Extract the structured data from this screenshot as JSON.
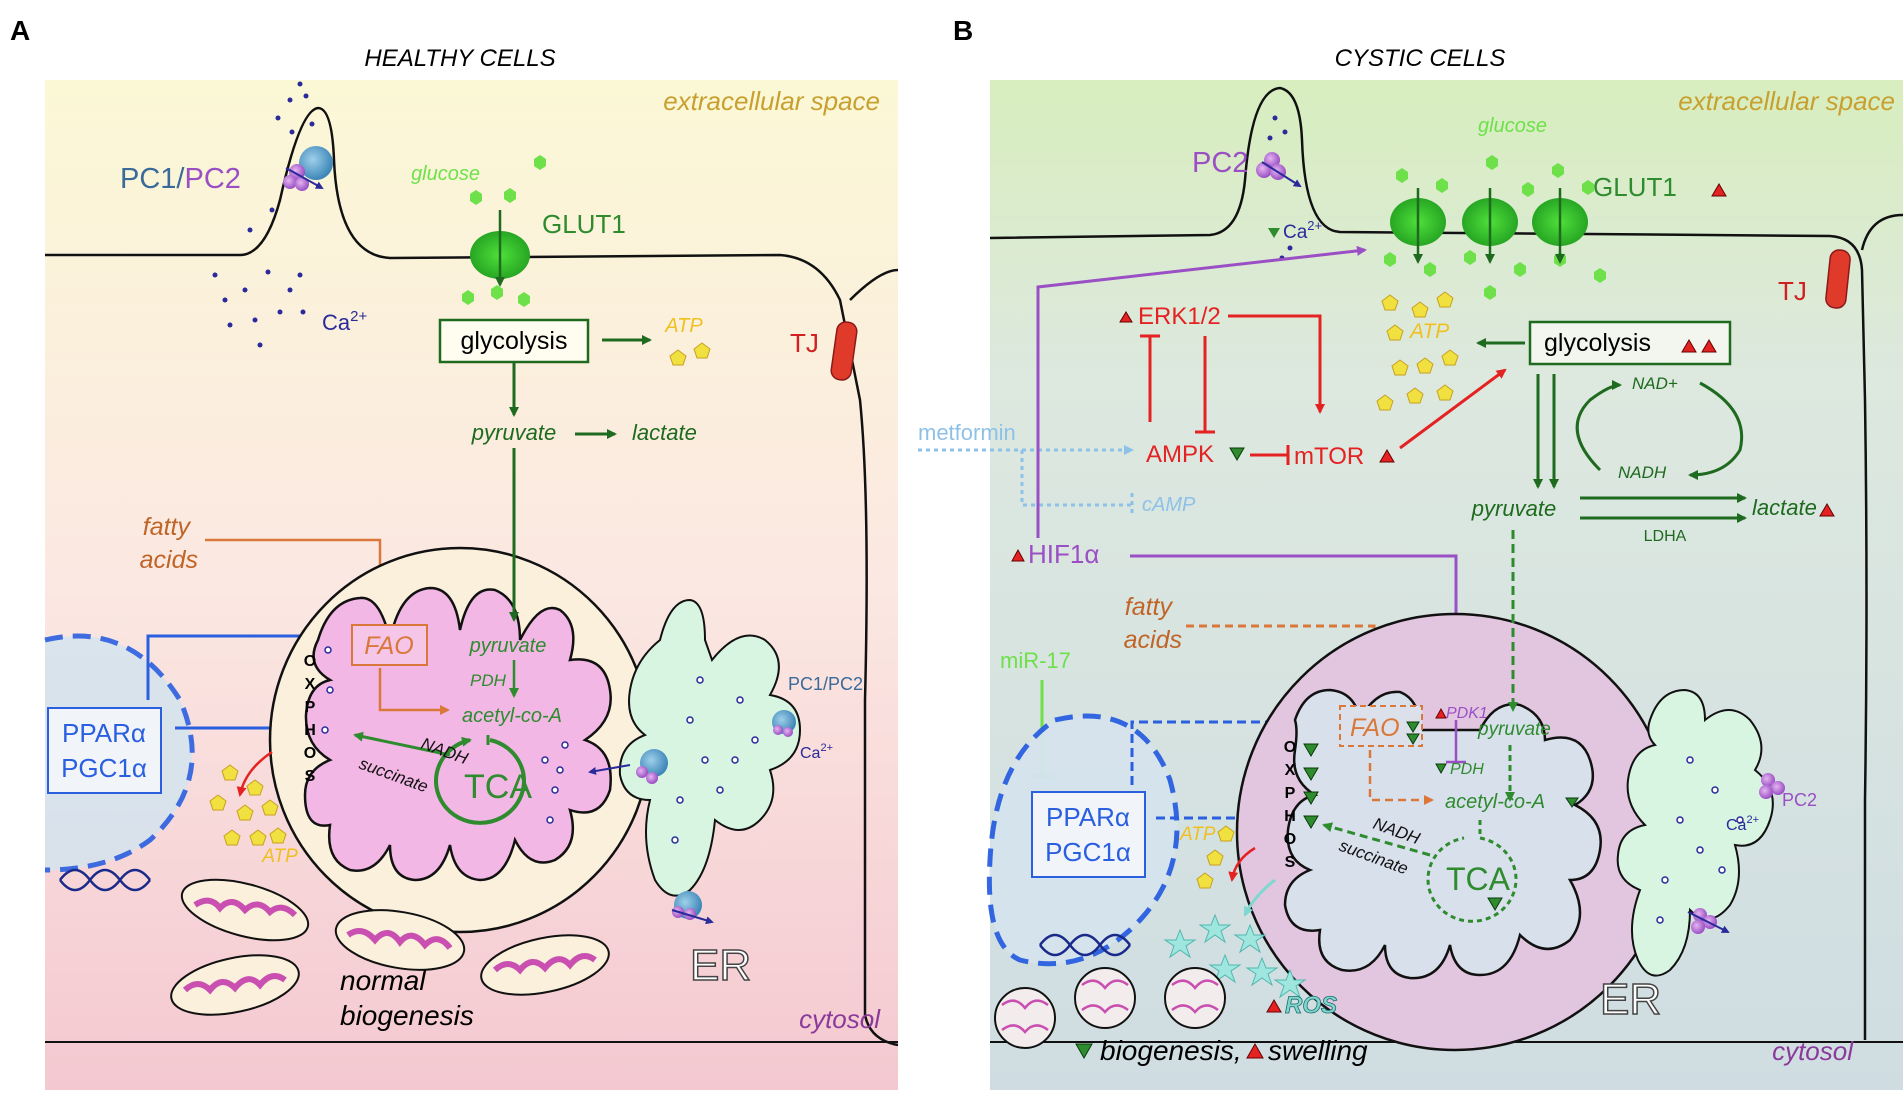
{
  "panel_a": {
    "letter": "A",
    "title": "HEALTHY CELLS",
    "extracellular": "extracellular space",
    "cytosol": "cytosol",
    "pc1": "PC1",
    "slash": "/",
    "pc2": "PC2",
    "ca": "Ca",
    "ca_sup": "2+",
    "glucose": "glucose",
    "glut1": "GLUT1",
    "glycolysis": "glycolysis",
    "atp_top": "ATP",
    "pyruvate": "pyruvate",
    "lactate": "lactate",
    "tj": "TJ",
    "fatty": "fatty",
    "acids": "acids",
    "fao": "FAO",
    "mito_pyruvate": "pyruvate",
    "pdh": "PDH",
    "acetyl": "acetyl-co-A",
    "oxphos_letters": [
      "O",
      "X",
      "P",
      "H",
      "O",
      "S"
    ],
    "nadh": "NADH",
    "succinate": "succinate",
    "tca": "TCA",
    "ppara": "PPARα",
    "pgc1a": "PGC1α",
    "atp_bottom": "ATP",
    "er_pc": "PC1/PC2",
    "er_ca": "Ca",
    "er": "ER",
    "normal": "normal",
    "biogenesis": "biogenesis"
  },
  "panel_b": {
    "letter": "B",
    "title": "CYSTIC CELLS",
    "extracellular": "extracellular space",
    "cytosol": "cytosol",
    "pc2": "PC2",
    "ca": "Ca",
    "ca_sup": "2+",
    "glucose": "glucose",
    "glut1": "GLUT1",
    "tj": "TJ",
    "erk": "ERK1/2",
    "ampk": "AMPK",
    "mtor": "mTOR",
    "metformin": "metformin",
    "camp": "cAMP",
    "hif": "HIF1α",
    "atp_top": "ATP",
    "glycolysis": "glycolysis",
    "nad_plus": "NAD+",
    "nadh_cycle": "NADH",
    "pyruvate": "pyruvate",
    "lactate": "lactate",
    "ldha": "LDHA",
    "fatty": "fatty",
    "acids": "acids",
    "mir17": "miR-17",
    "fao": "FAO",
    "pdk1": "PDK1",
    "mito_pyruvate": "pyruvate",
    "pdh": "PDH",
    "acetyl": "acetyl-co-A",
    "oxphos_letters": [
      "O",
      "X",
      "P",
      "H",
      "O",
      "S"
    ],
    "nadh": "NADH",
    "succinate": "succinate",
    "tca": "TCA",
    "ppara": "PPARα",
    "pgc1a": "PGC1α",
    "atp_bottom": "ATP",
    "ros": "ROS",
    "er_pc": "PC2",
    "er_ca": "Ca",
    "er": "ER",
    "bottom_biogenesis": "biogenesis,",
    "bottom_swelling": "swelling"
  },
  "colors": {
    "dark_green": "#1e6a1e",
    "mito_green": "#2e8b2e",
    "glucose_green": "#6ee04a",
    "red": "#e52222",
    "purple": "#9a4fc4",
    "blue": "#2a5fe0",
    "orange": "#d9783a",
    "light_blue": "#8ec1e8",
    "tj_red": "#e03a2a",
    "atp_yellow": "#f0c020"
  }
}
